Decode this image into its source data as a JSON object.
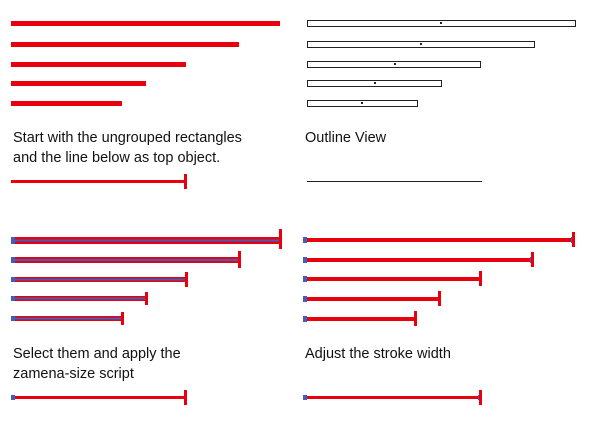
{
  "captions": {
    "top_left_line1": "Start with the ungrouped rectangles",
    "top_left_line2": "and the line below as top object.",
    "top_right": "Outline View",
    "bottom_left_line1": "Select them and apply the",
    "bottom_left_line2": "zamena-size script",
    "bottom_right": "Adjust the stroke width"
  },
  "colors": {
    "red": "#e8000d",
    "blue": "#3d5fbf",
    "outline": "#222222"
  }
}
